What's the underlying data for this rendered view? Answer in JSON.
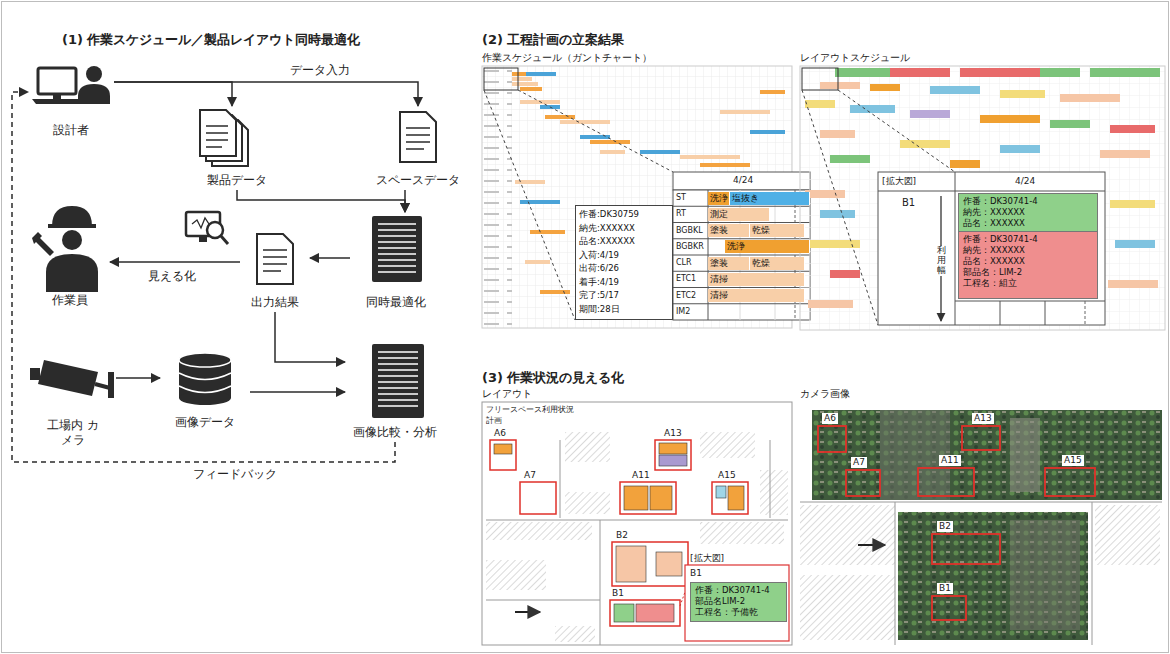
{
  "diagram": {
    "nodes": [
      {
        "text": [
          "設計者"
        ]
      },
      {
        "text": [
          "製品データ"
        ]
      },
      {
        "text": [
          "スペースデータ"
        ]
      },
      {
        "text": [
          "作業員"
        ]
      },
      {
        "text": [
          "出力結果"
        ]
      },
      {
        "text": [
          "同時最適化"
        ]
      },
      {
        "text": [
          "工場内 カメラ"
        ]
      },
      {
        "text": [
          "画像データ"
        ]
      },
      {
        "text": [
          "画像比較・分析"
        ]
      },
      {
        "text": [
          "作番:DK30759",
          "納先:XXXXXX",
          "品名:XXXXXX",
          "入荷:4/19",
          "出荷:6/26",
          "着手:4/19",
          "完了:5/17",
          "期間:28日"
        ]
      },
      {
        "text": [
          "洗浄"
        ]
      },
      {
        "text": [
          "塩抜き"
        ]
      },
      {
        "text": [
          "測定"
        ]
      },
      {
        "text": [
          "塗装"
        ]
      },
      {
        "text": [
          "乾燥"
        ]
      },
      {
        "text": [
          "洗浄"
        ]
      },
      {
        "text": [
          "塗装"
        ]
      },
      {
        "text": [
          "乾燥"
        ]
      },
      {
        "text": [
          "清掃"
        ]
      },
      {
        "text": [
          "清掃"
        ]
      },
      {
        "text": [
          "作番：DK30741-4",
          "納先：XXXXXX",
          "品名：XXXXXX"
        ]
      },
      {
        "text": [
          "作番：DK30741-4",
          "納先：XXXXXX",
          "品名：XXXXXX",
          "部品名：LIM-2",
          "工程名：組立"
        ]
      },
      {
        "text": [
          "作番：DK30741-4",
          "部品名LIM-2",
          "工程名：予備乾"
        ]
      }
    ],
    "edges": [
      {
        "from": 0,
        "to": 1,
        "arrow": "to"
      },
      {
        "from": 0,
        "to": 2,
        "label": "データ入力",
        "arrow": "to"
      },
      {
        "from": 1,
        "to": 5,
        "arrow": "to"
      },
      {
        "from": 2,
        "to": 5,
        "arrow": "to"
      },
      {
        "from": 5,
        "to": 4,
        "arrow": "to"
      },
      {
        "from": 4,
        "to": 3,
        "label": "見える化",
        "arrow": "to"
      },
      {
        "from": 4,
        "to": 8,
        "arrow": "to"
      },
      {
        "from": 6,
        "to": 7,
        "arrow": "to"
      },
      {
        "from": 7,
        "to": 8,
        "arrow": "to"
      },
      {
        "from": 8,
        "to": 0,
        "label": "フィードバック",
        "arrow": "to"
      }
    ],
    "labels": [
      "(1) 作業スケジュール／製品レイアウト同時最適化",
      "(2) 工程計画の立案結果",
      "作業スケジュール（ガントチャート）",
      "レイアウトスケジュール",
      "4/24",
      "ST",
      "RT",
      "BGBKL",
      "BGBKR",
      "CLR",
      "ETC1",
      "ETC2",
      "IM2",
      "[拡大図]",
      "4/24",
      "B1",
      "利用幅",
      "(3) 作業状況の見える化",
      "レイアウト",
      "カメラ画像",
      "フリースペース利用状況",
      "計画",
      "A6",
      "A13",
      "A7",
      "A11",
      "A15",
      "B2",
      "B1",
      "[拡大図]",
      "B1",
      "A6",
      "A13",
      "A7",
      "A11",
      "A15",
      "B2",
      "B1"
    ]
  }
}
